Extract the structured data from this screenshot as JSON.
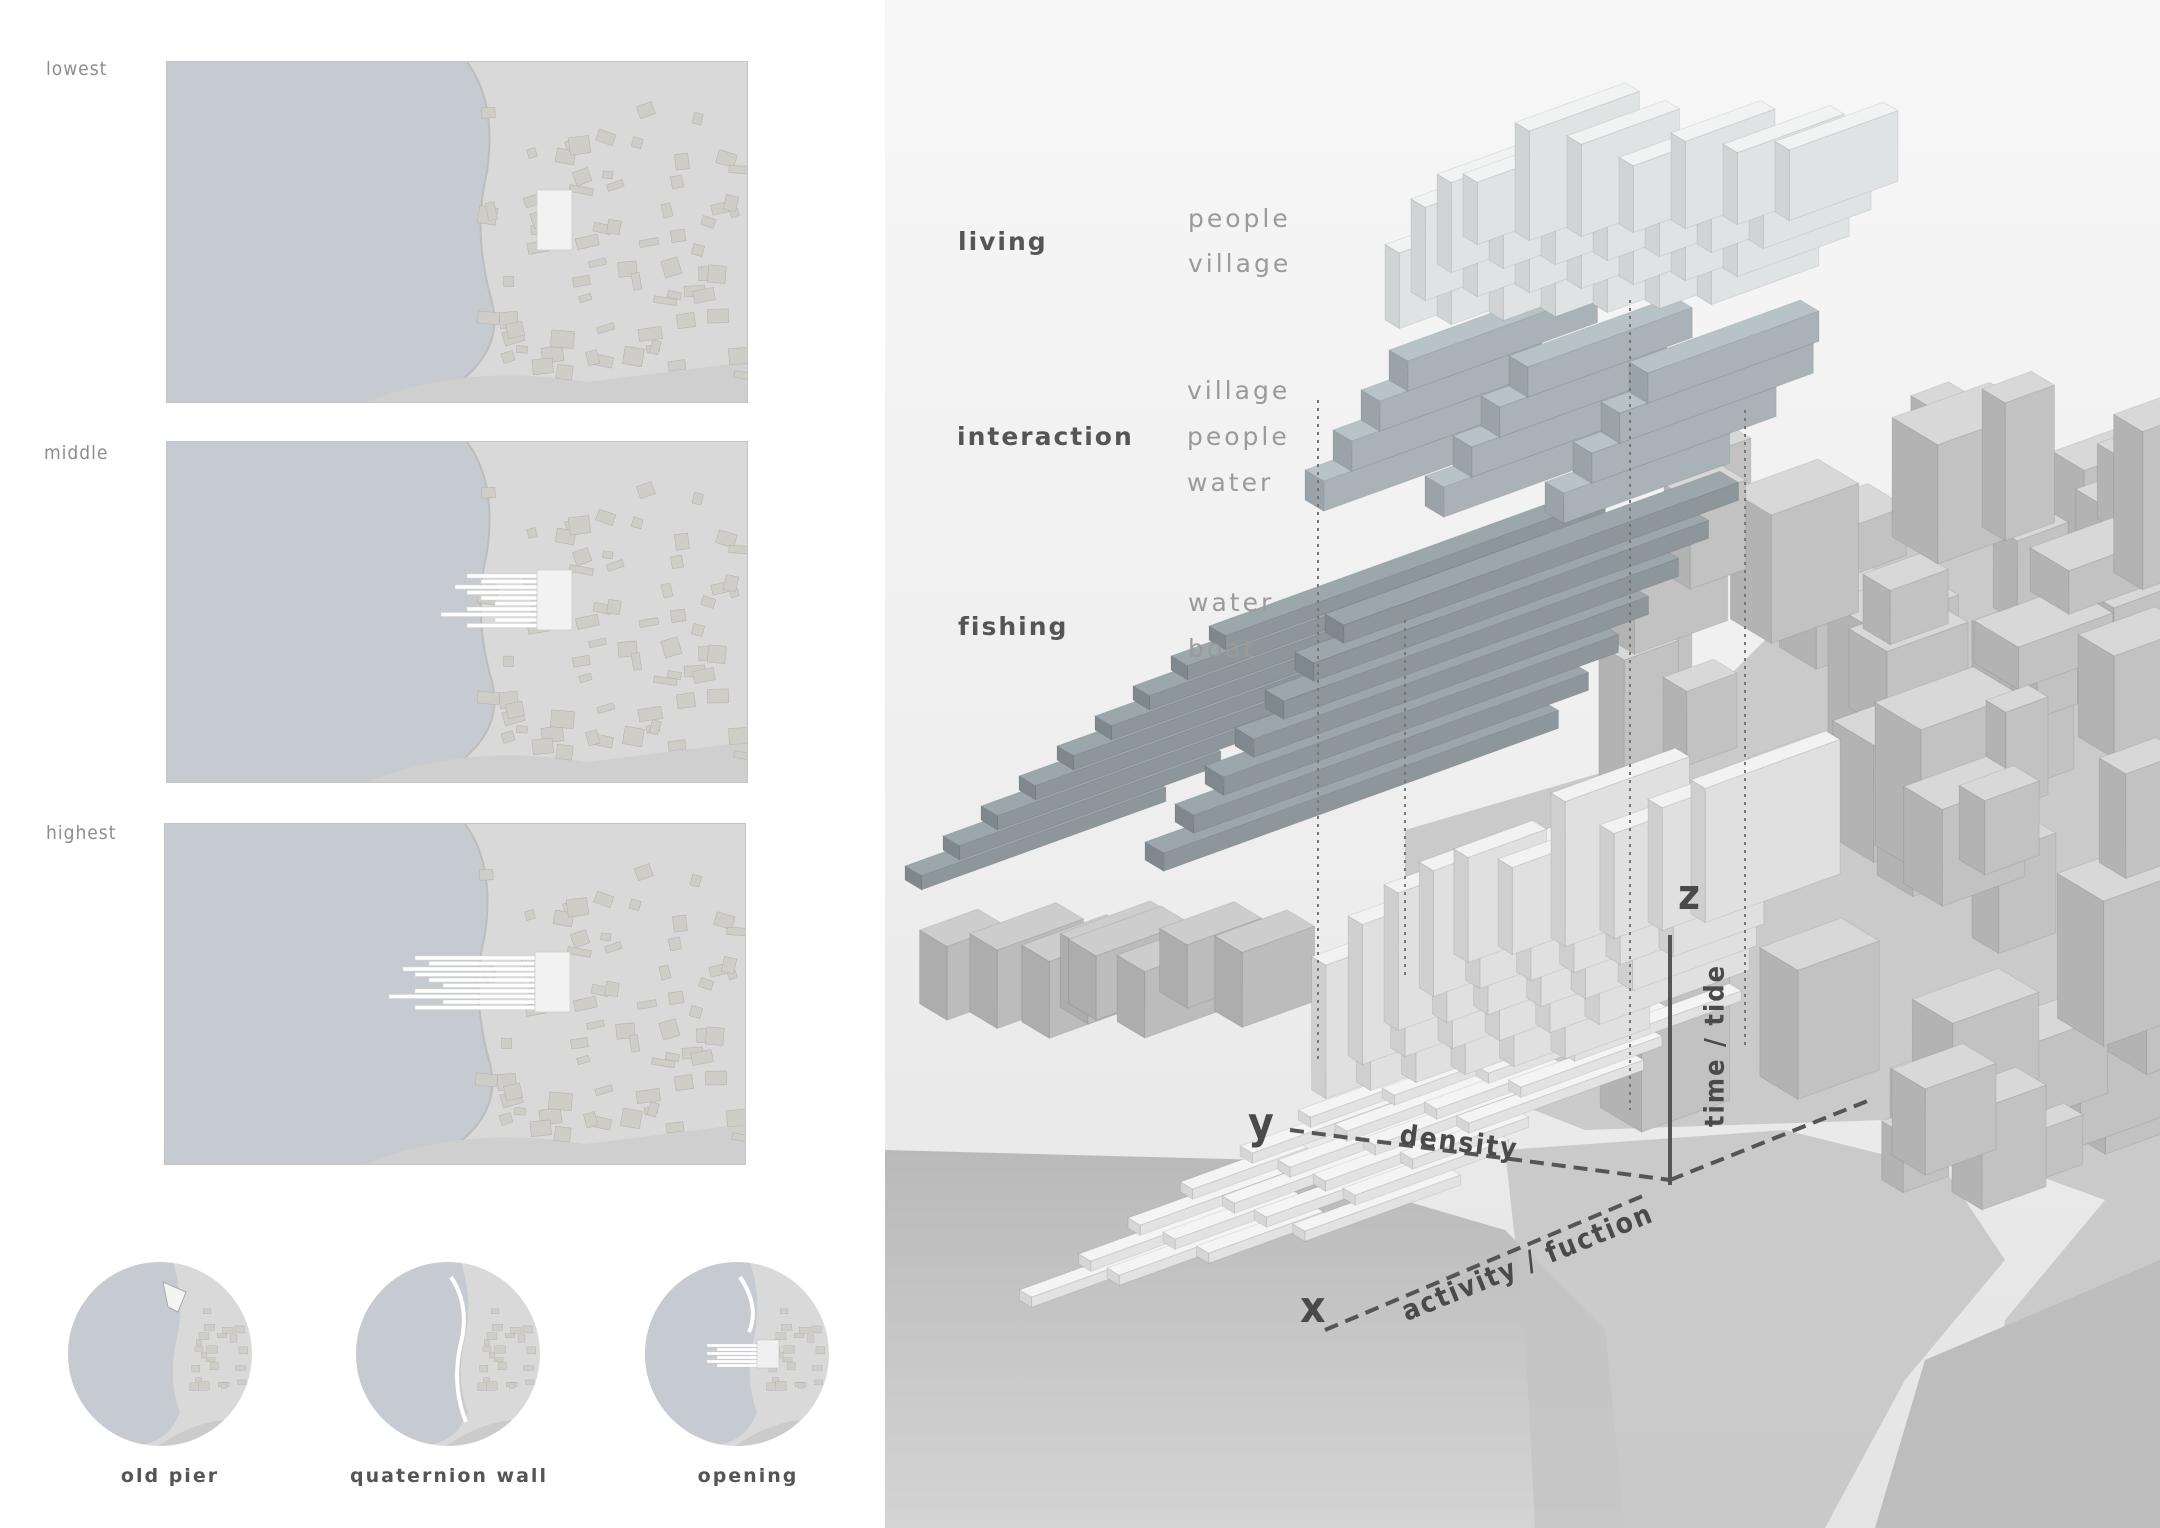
{
  "tide_maps": [
    {
      "label": "lowest"
    },
    {
      "label": "middle"
    },
    {
      "label": "highest"
    }
  ],
  "phases": [
    {
      "label": "old pier"
    },
    {
      "label": "quaternion wall"
    },
    {
      "label": "opening"
    }
  ],
  "layers": [
    {
      "title": "living",
      "words": [
        "people",
        "village"
      ]
    },
    {
      "title": "interaction",
      "words": [
        "village",
        "people",
        "water"
      ]
    },
    {
      "title": "fishing",
      "words": [
        "water",
        "boat"
      ]
    }
  ],
  "axes": {
    "z": "z",
    "y": "y",
    "x": "x",
    "time": "time / tide",
    "density": "density",
    "activity": "activity / fuction"
  },
  "colors": {
    "water": "#c6cad1",
    "land": "#d9d9d9",
    "building": "#cfcdc7",
    "pier": "#ffffff",
    "layer_fishing": "#9ca7ac",
    "layer_interaction": "#b8c3c8",
    "layer_living": "#f1f3f3"
  }
}
